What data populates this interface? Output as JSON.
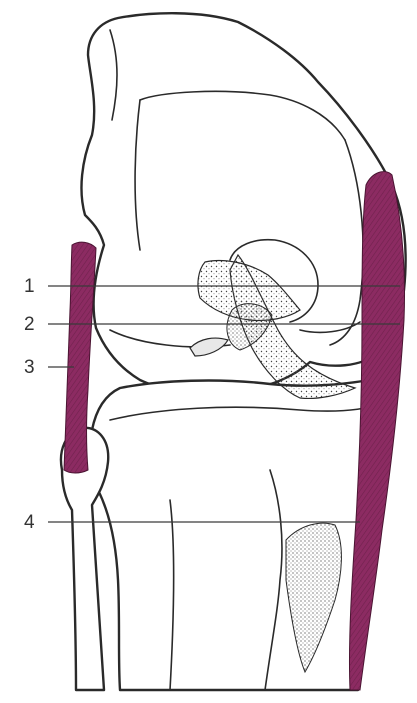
{
  "callouts": [
    {
      "label": "1"
    },
    {
      "label": "2"
    },
    {
      "label": "3"
    },
    {
      "label": "4"
    }
  ],
  "colors": {
    "ligament": "#8c2b62",
    "outline": "#2a2a2a",
    "background": "#ffffff"
  }
}
